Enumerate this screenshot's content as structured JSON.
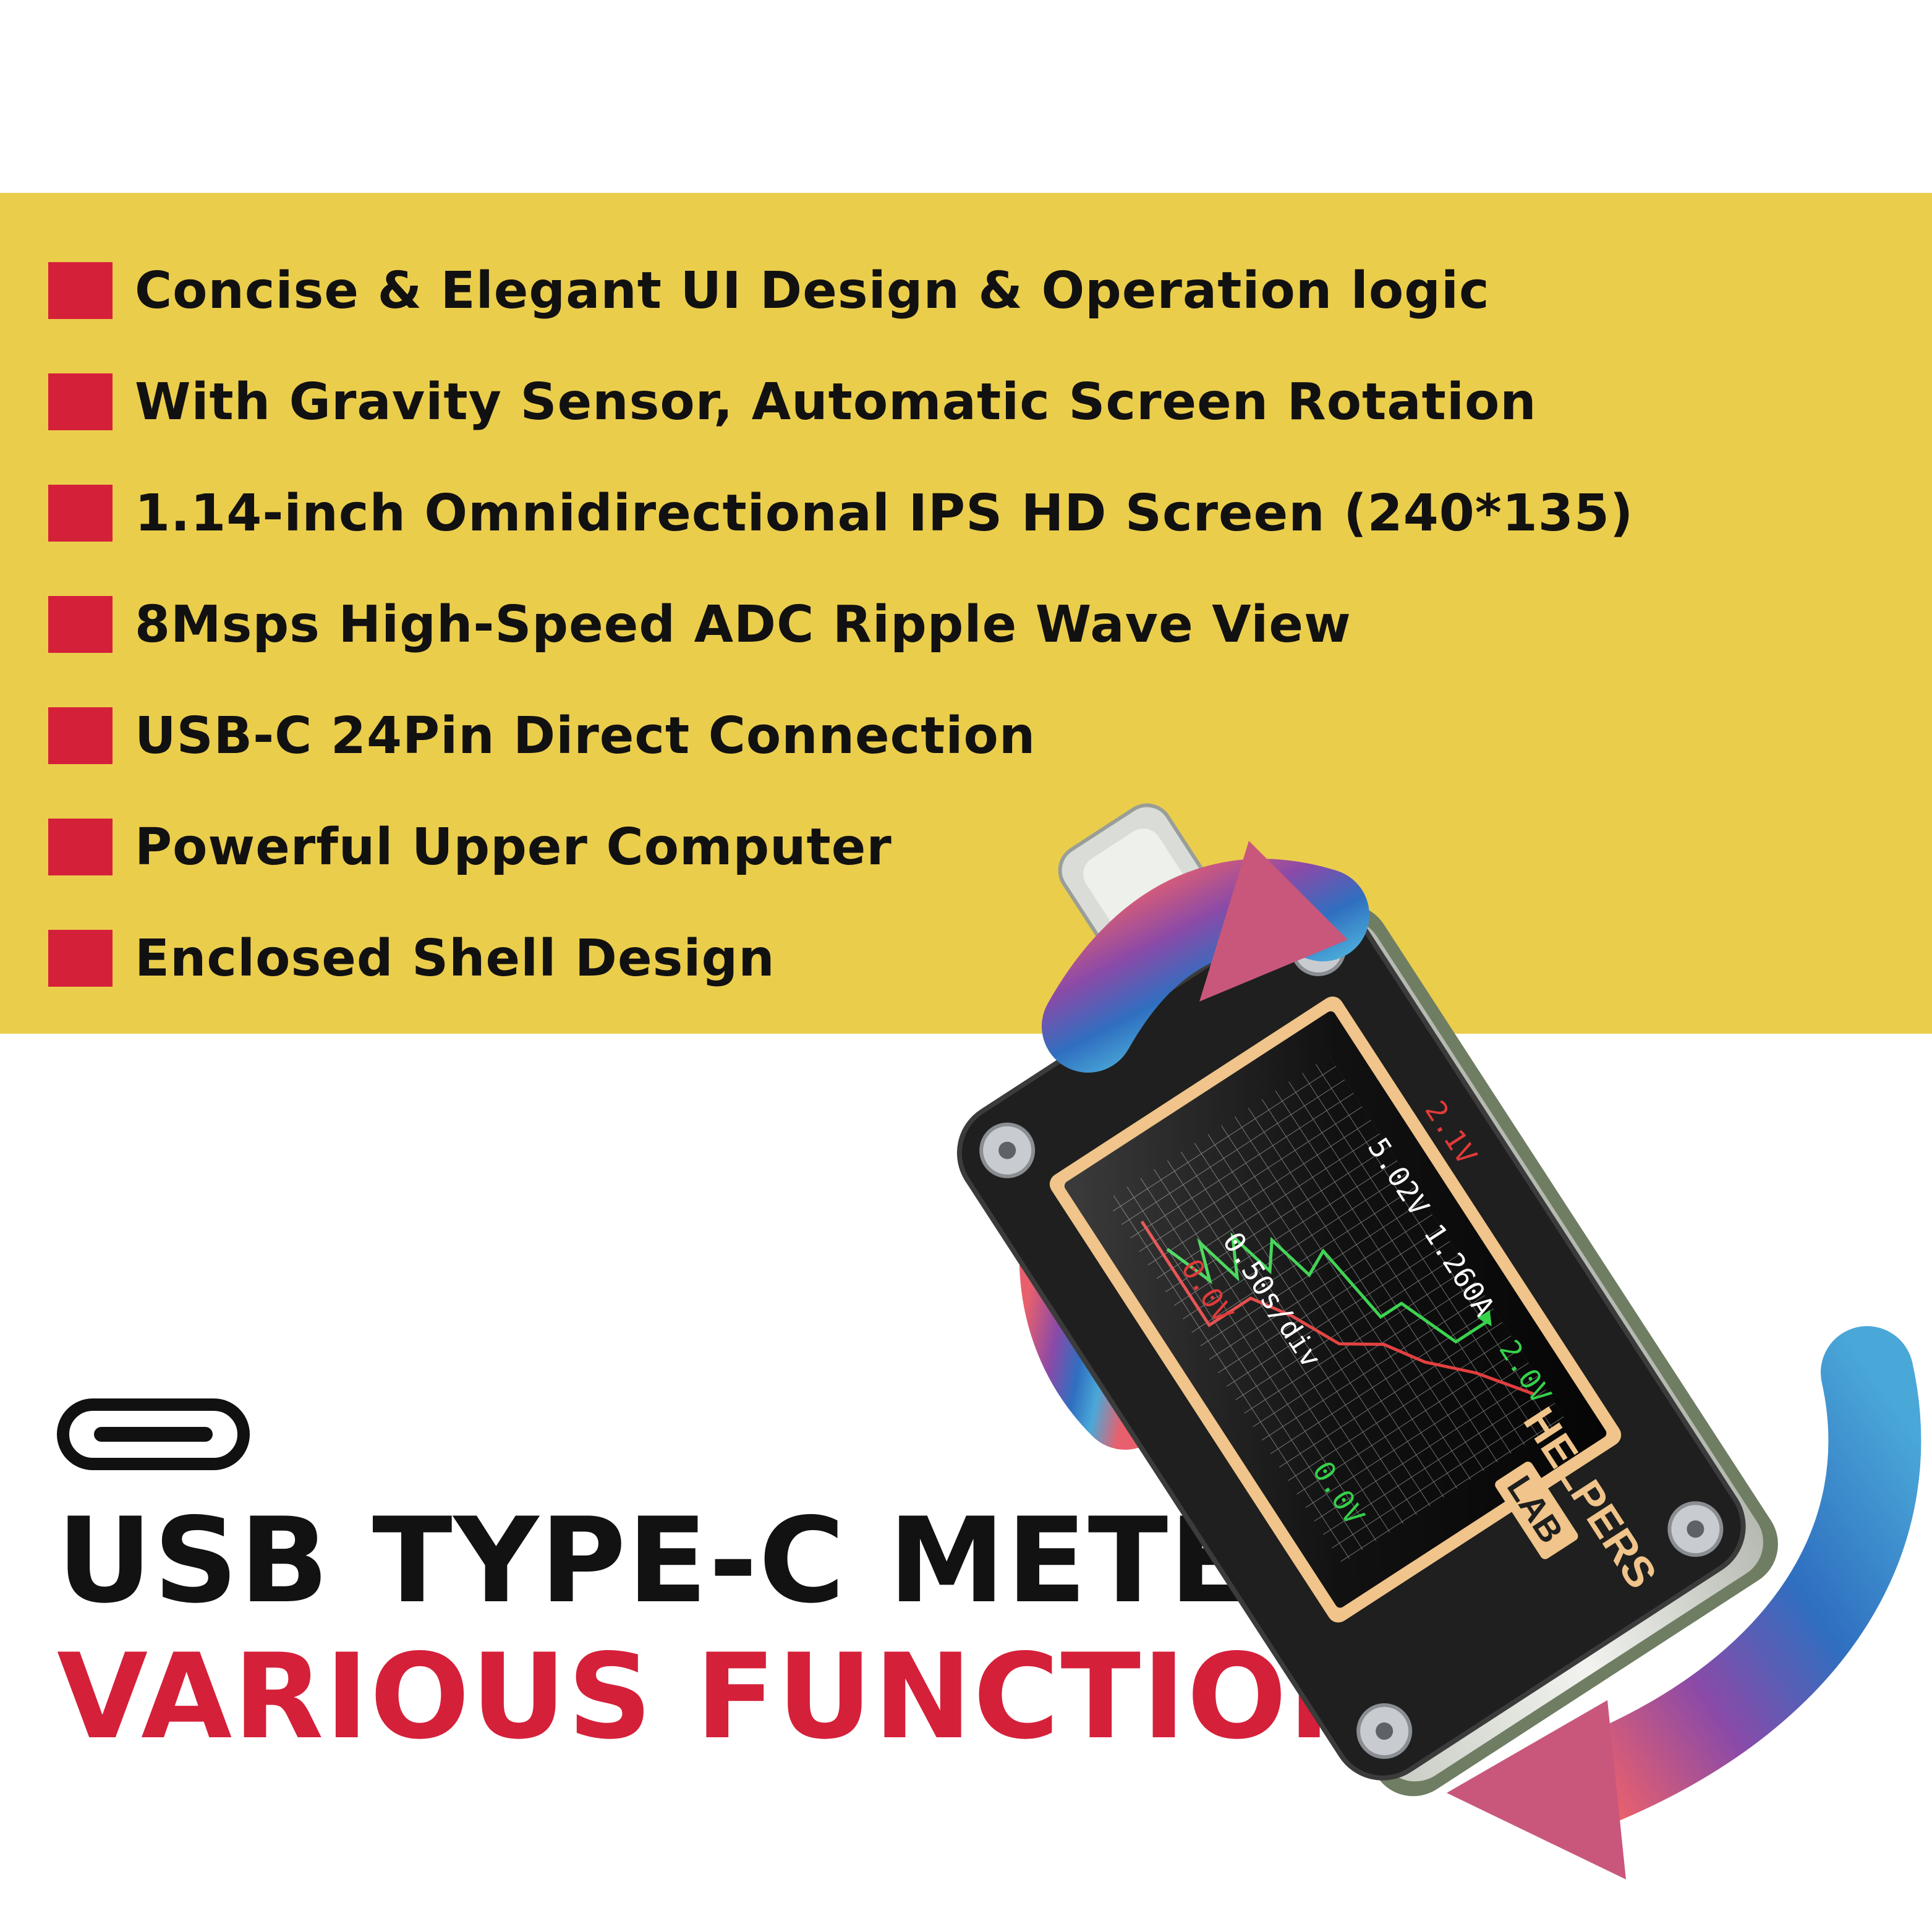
{
  "features": [
    {
      "text": "Concise & Elegant UI Design & Operation logic"
    },
    {
      "text": "With Gravity Sensor, Automatic Screen Rotation"
    },
    {
      "text": "1.14-inch Omnidirectional IPS HD Screen (240*135)"
    },
    {
      "text": "8Msps High-Speed ADC Ripple Wave View"
    },
    {
      "text": "USB-C 24Pin Direct Connection"
    },
    {
      "text": "Powerful Upper Computer"
    },
    {
      "text": "Enclosed Shell Design"
    }
  ],
  "headline": "USB TYPE-C METER",
  "subheadline": "VARIOUS FUNCTIONS",
  "device": {
    "brand_top": "HELPERS",
    "brand_bottom": "LAB",
    "screen": {
      "top_voltage": "2.1V",
      "left_voltage": "0.0V",
      "reading_vi": "5.02V 1.260A",
      "arrow": "▶",
      "right_voltage": "2.0V",
      "timebase": "0.50s/div",
      "bottom_voltage": "0.0V"
    }
  },
  "colors": {
    "banner": "#ebcd4c",
    "accent_red": "#d5203a",
    "text_dark": "#111111",
    "screen_green": "#35d24a",
    "screen_red": "#e13a3a",
    "screen_frame": "#f0c48a"
  },
  "icons": [
    "usb-c-port-icon",
    "rotation-arrows-icon",
    "screw-icon"
  ]
}
